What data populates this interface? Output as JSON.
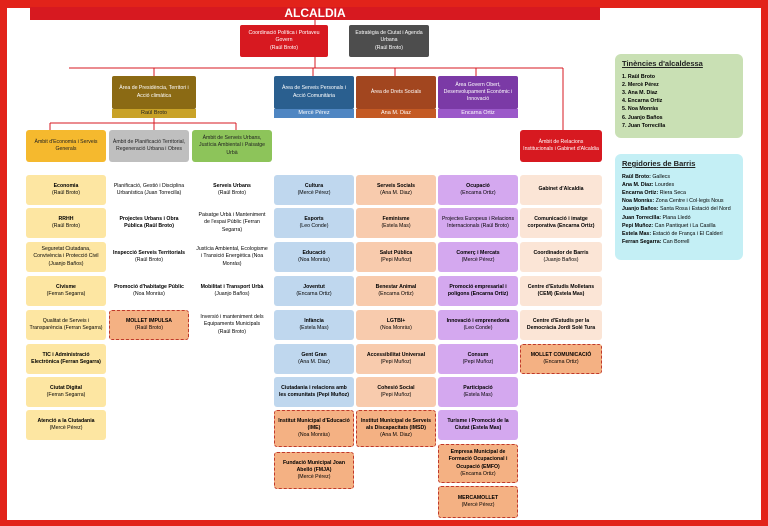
{
  "title": "ALCALDIA",
  "top": {
    "coordinacio": {
      "label": "Coordinació Política i Portaveu Govern",
      "person": "(Raül Broto)"
    },
    "estrategia": {
      "label": "Estratègia de Ciutat i Agenda Urbana",
      "person": "(Raül Broto)"
    }
  },
  "areas": {
    "presidencia": {
      "label": "Àrea de Presidència, Territori i Acció climàtica",
      "person": "Raül Broto"
    },
    "serveis_personals": {
      "label": "Àrea de Serveis Personals i Acció Comunitària",
      "person": "Mercè Pérez"
    },
    "drets_socials": {
      "label": "Àrea de Drets Socials",
      "person": "Ana M. Diaz"
    },
    "govern_obert": {
      "label": "Àrea Govern Obert, Desenvolupament Econòmic i Innovació",
      "person": "Encarna Ortiz"
    }
  },
  "ambits": {
    "economia": {
      "label": "Àmbit d'Economia i Serveis Generals"
    },
    "planificacio": {
      "label": "Àmbit de Planificació Territorial, Regeneració Urbana i Obres"
    },
    "serveis_urbans": {
      "label": "Àmbit de Serveis Urbans, Justícia Ambiental i Paisatge Urbà"
    },
    "relacions": {
      "label": "Àmbit de Relacions Institucionals i Gabinet d'Alcaldia"
    }
  },
  "columns": {
    "economia": [
      {
        "label": "Economia",
        "person": "(Raül Broto)",
        "bold": true
      },
      {
        "label": "RRHH",
        "person": "(Raül Broto)",
        "bold": true
      },
      {
        "label": "Seguretat Ciutadana, Convivència i Protecció Civil",
        "person": "(Juanjo Baños)"
      },
      {
        "label": "Civisme",
        "person": "(Ferran Segarra)",
        "bold": true
      },
      {
        "label": "Qualitat de Serveis i Transparència (Ferran Segarra)",
        "person": ""
      },
      {
        "label": "TIC i Administració Electrònica (Ferran Segarra)",
        "person": "",
        "bold": true
      },
      {
        "label": "Ciutat Digital",
        "person": "(Ferran Segarra)",
        "bold": true
      },
      {
        "label": "Atenció a la Ciutadania",
        "person": "(Mercè Pérez)",
        "bold": true
      }
    ],
    "planificacio": [
      {
        "label": "Planificació, Gestió i Disciplina Urbanística (Juan Torrecilla)",
        "person": ""
      },
      {
        "label": "Projectes Urbans i Obra Pública (Raül Broto)",
        "person": "",
        "bold": true
      },
      {
        "label": "Inspecció Serveis Territorials",
        "person": "(Raül Broto)",
        "bold": true
      },
      {
        "label": "Promoció d'habitatge Públic",
        "person": "(Noa Monràs)",
        "bold": true
      },
      {
        "label": "MOLLET IMPULSA",
        "person": "(Raül Broto)",
        "bold": true
      }
    ],
    "serveis_urbans": [
      {
        "label": "Serveis Urbans",
        "person": "(Raül Broto)",
        "bold": true
      },
      {
        "label": "Paisatge Urbà i Manteniment de l'espai Públic (Ferran Segarra)",
        "person": ""
      },
      {
        "label": "Justícia Ambiental, Ecologisme i Transició Energètica (Noa Monràs)",
        "person": ""
      },
      {
        "label": "Mobilitat i Transport Urbà",
        "person": "(Juanjo Baños)",
        "bold": true
      },
      {
        "label": "Inversió i manteniment dels Equipaments Municipals",
        "person": "(Raül Broto)"
      }
    ],
    "serveis_personals": [
      {
        "label": "Cultura",
        "person": "(Mercè Pérez)",
        "bold": true
      },
      {
        "label": "Esports",
        "person": "(Leo Conde)",
        "bold": true
      },
      {
        "label": "Educació",
        "person": "(Noa Monràs)",
        "bold": true
      },
      {
        "label": "Joventut",
        "person": "(Encarna Ortiz)",
        "bold": true
      },
      {
        "label": "Infància",
        "person": "(Estela Mas)",
        "bold": true
      },
      {
        "label": "Gent Gran",
        "person": "(Ana M. Diaz)",
        "bold": true
      },
      {
        "label": "Ciutadania i relacions amb les comunitats (Pepi Muñoz)",
        "person": "",
        "bold": true
      },
      {
        "label": "Institut Municipal d'Educació (IME)",
        "person": "(Noa Monràs)",
        "bold": true
      },
      {
        "label": "Fundació Municipal Joan Abelló (FMJA)",
        "person": "(Mercè Pérez)",
        "bold": true
      }
    ],
    "drets_socials": [
      {
        "label": "Serveis Socials",
        "person": "(Ana M. Diaz)",
        "bold": true
      },
      {
        "label": "Feminisme",
        "person": "(Estela Mas)",
        "bold": true
      },
      {
        "label": "Salut Pública",
        "person": "(Pepi Muñoz)",
        "bold": true
      },
      {
        "label": "Benestar Animal",
        "person": "(Encarna Ortiz)",
        "bold": true
      },
      {
        "label": "LGTBI+",
        "person": "(Noa Monràs)",
        "bold": true
      },
      {
        "label": "Accessibilitat Universal",
        "person": "(Pepi Muñoz)",
        "bold": true
      },
      {
        "label": "Cohesió Social",
        "person": "(Pepi Muñoz)",
        "bold": true
      },
      {
        "label": "Institut Municipal de Serveis als Discapacitats (IMSD)",
        "person": "(Ana M. Diaz)",
        "bold": true
      }
    ],
    "govern_obert": [
      {
        "label": "Ocupació",
        "person": "(Encarna Ortiz)",
        "bold": true
      },
      {
        "label": "Projectes Europeus i Relacions Internacionals (Raül Broto)",
        "person": ""
      },
      {
        "label": "Comerç i Mercats",
        "person": "(Mercè Pérez)",
        "bold": true
      },
      {
        "label": "Promoció empresarial i polígons (Encarna Ortiz)",
        "person": "",
        "bold": true
      },
      {
        "label": "Innovació i emprenedoria",
        "person": "(Leo Conde)",
        "bold": true
      },
      {
        "label": "Consum",
        "person": "(Pepi Muñoz)",
        "bold": true
      },
      {
        "label": "Participació",
        "person": "(Estela Mas)",
        "bold": true
      },
      {
        "label": "Turisme i Promoció de la Ciutat (Estela Mas)",
        "person": "",
        "bold": true
      },
      {
        "label": "Empresa Municipal de Formació Ocupacional i Ocupació (EMFO)",
        "person": "(Encarna Ortiz)",
        "bold": true
      },
      {
        "label": "MERCAMOLLET",
        "person": "(Mercè Pérez)",
        "bold": true
      }
    ],
    "relacions": [
      {
        "label": "Gabinet d'Alcaldia",
        "person": "",
        "bold": true
      },
      {
        "label": "Comunicació i imatge corporativa (Encarna Ortiz)",
        "person": "",
        "bold": true
      },
      {
        "label": "Coordinador de Barris",
        "person": "(Juanjo Baños)",
        "bold": true
      },
      {
        "label": "Centre d'Estudis Molletans (CEM) (Estela Mas)",
        "person": "",
        "bold": true
      },
      {
        "label": "Centre d'Estudis per la Democràcia Jordi Solé Tura",
        "person": "",
        "bold": true
      },
      {
        "label": "MOLLET COMUNICACIÓ",
        "person": "(Encarna Ortiz)",
        "bold": true
      }
    ]
  },
  "tinencies": {
    "title": "Tinències d'alcaldessa",
    "items": [
      "1. Raül Broto",
      "2. Mercè Pérez",
      "3. Ana M. Diaz",
      "4. Encarna Ortiz",
      "5. Noa Monràs",
      "6. Juanjo Baños",
      "7. Juan Torrecilla"
    ]
  },
  "regidories": {
    "title": "Regidories de Barris",
    "items": [
      [
        "Raül Broto:",
        " Gallecs"
      ],
      [
        "Ana M. Diaz:",
        " Lourdes"
      ],
      [
        "Encarna Ortiz:",
        " Riera Seca"
      ],
      [
        "Noa Monràs:",
        " Zona Centre i Col·legis Nous"
      ],
      [
        "Juanjo Baños:",
        " Santa Rosa i Estació del Nord"
      ],
      [
        "Juan Torrecilla:",
        " Plana Lledó"
      ],
      [
        "Pepi Muñoz:",
        " Can Pantiquet i La Casilla"
      ],
      [
        "Estela Mas:",
        " Estació de França i El Calderí"
      ],
      [
        "Ferran Segarra:",
        " Can Borrell"
      ]
    ]
  },
  "colors": {
    "red": "#d71920",
    "grey": "#4d4d4d",
    "olive": "#8b6a14",
    "blue_dark": "#2a5f8f",
    "orange_dark": "#a2461f",
    "purple_dark": "#7b3aa6",
    "amber": "#f5b92e",
    "grey_light": "#bfbfbf",
    "green": "#8dc45a",
    "yellow_light": "#fde6a2",
    "blue_light": "#bfd7ee",
    "peach": "#f8cbad",
    "lilac": "#d4a8ef",
    "salmon": "#f4b183",
    "panel_green": "#c9e0b4",
    "panel_cyan": "#c4eff5"
  }
}
